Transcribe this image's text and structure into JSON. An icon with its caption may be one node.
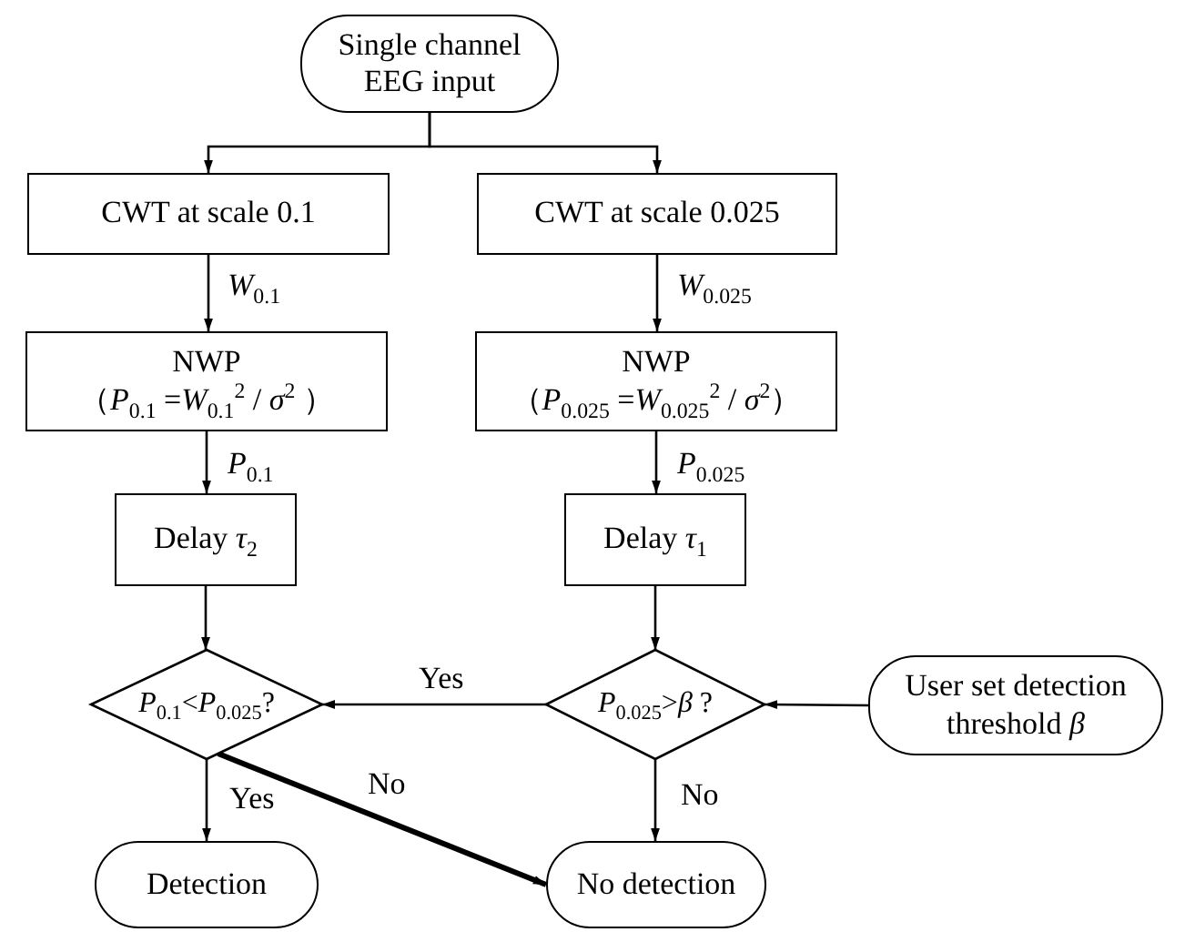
{
  "diagram": {
    "nodes": [
      {
        "text": [
          "Single channel EEG input"
        ]
      },
      {
        "text": [
          "CWT at scale 0.1"
        ]
      },
      {
        "text": [
          "CWT at scale 0.025"
        ]
      },
      {
        "text": [
          "NWP",
          "（*P*$_{0.1}$ =*W*$_{0.1}$$^{2}$ / *σ*$^{2}$ ）"
        ]
      },
      {
        "text": [
          "NWP",
          "（*P*$_{0.025}$ =*W*$_{0.025}$$^{2}$ / *σ*$^{2}$）"
        ]
      },
      {
        "text": [
          "Delay *τ*$_{2}$"
        ]
      },
      {
        "text": [
          "Delay *τ*$_{1}$"
        ]
      },
      {
        "text": [
          "*P*$_{0.1}$<*P*$_{0.025}$?"
        ]
      },
      {
        "text": [
          "*P*$_{0.025}$>*β* ?"
        ]
      },
      {
        "text": [
          "User set detection threshold *β*"
        ]
      },
      {
        "text": [
          "Detection"
        ]
      },
      {
        "text": [
          "No detection"
        ]
      }
    ],
    "edges": [
      {
        "from": 0,
        "to": 1,
        "arrow": "to"
      },
      {
        "from": 0,
        "to": 2,
        "arrow": "to"
      },
      {
        "from": 1,
        "to": 3,
        "arrow": "to",
        "label": "*W*$_{0.1}$"
      },
      {
        "from": 2,
        "to": 4,
        "arrow": "to",
        "label": "*W*$_{0.025}$"
      },
      {
        "from": 3,
        "to": 5,
        "arrow": "to",
        "label": "*P*$_{0.1}$"
      },
      {
        "from": 4,
        "to": 6,
        "arrow": "to",
        "label": "*P*$_{0.025}$"
      },
      {
        "from": 5,
        "to": 7,
        "arrow": "to"
      },
      {
        "from": 6,
        "to": 8,
        "arrow": "to"
      },
      {
        "from": 9,
        "to": 8,
        "arrow": "to"
      },
      {
        "from": 8,
        "to": 7,
        "arrow": "to",
        "label": "Yes"
      },
      {
        "from": 7,
        "to": 10,
        "arrow": "to",
        "label": "Yes"
      },
      {
        "from": 7,
        "to": 11,
        "arrow": "to",
        "label": "No",
        "style": "thick"
      },
      {
        "from": 8,
        "to": 11,
        "arrow": "to",
        "label": "No"
      }
    ]
  }
}
